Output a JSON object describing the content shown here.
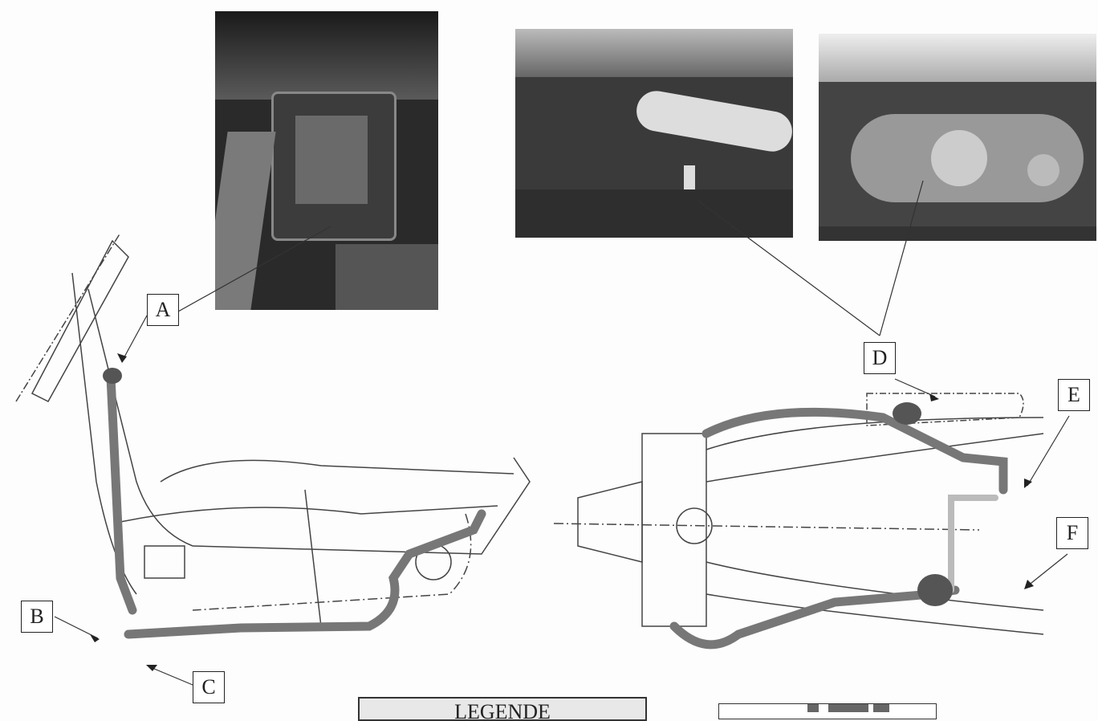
{
  "photos": [
    {
      "id": "photo-a",
      "caption": ""
    },
    {
      "id": "photo-d1",
      "caption": ""
    },
    {
      "id": "photo-d2",
      "caption": ""
    }
  ],
  "labels": {
    "a": "A",
    "b": "B",
    "c": "C",
    "d": "D",
    "e": "E",
    "f": "F"
  },
  "legend": {
    "title": "LEGENDE"
  },
  "colors": {
    "hose": "#777777",
    "frame_line": "#444444",
    "photo_bg": "#2a2a2a"
  }
}
